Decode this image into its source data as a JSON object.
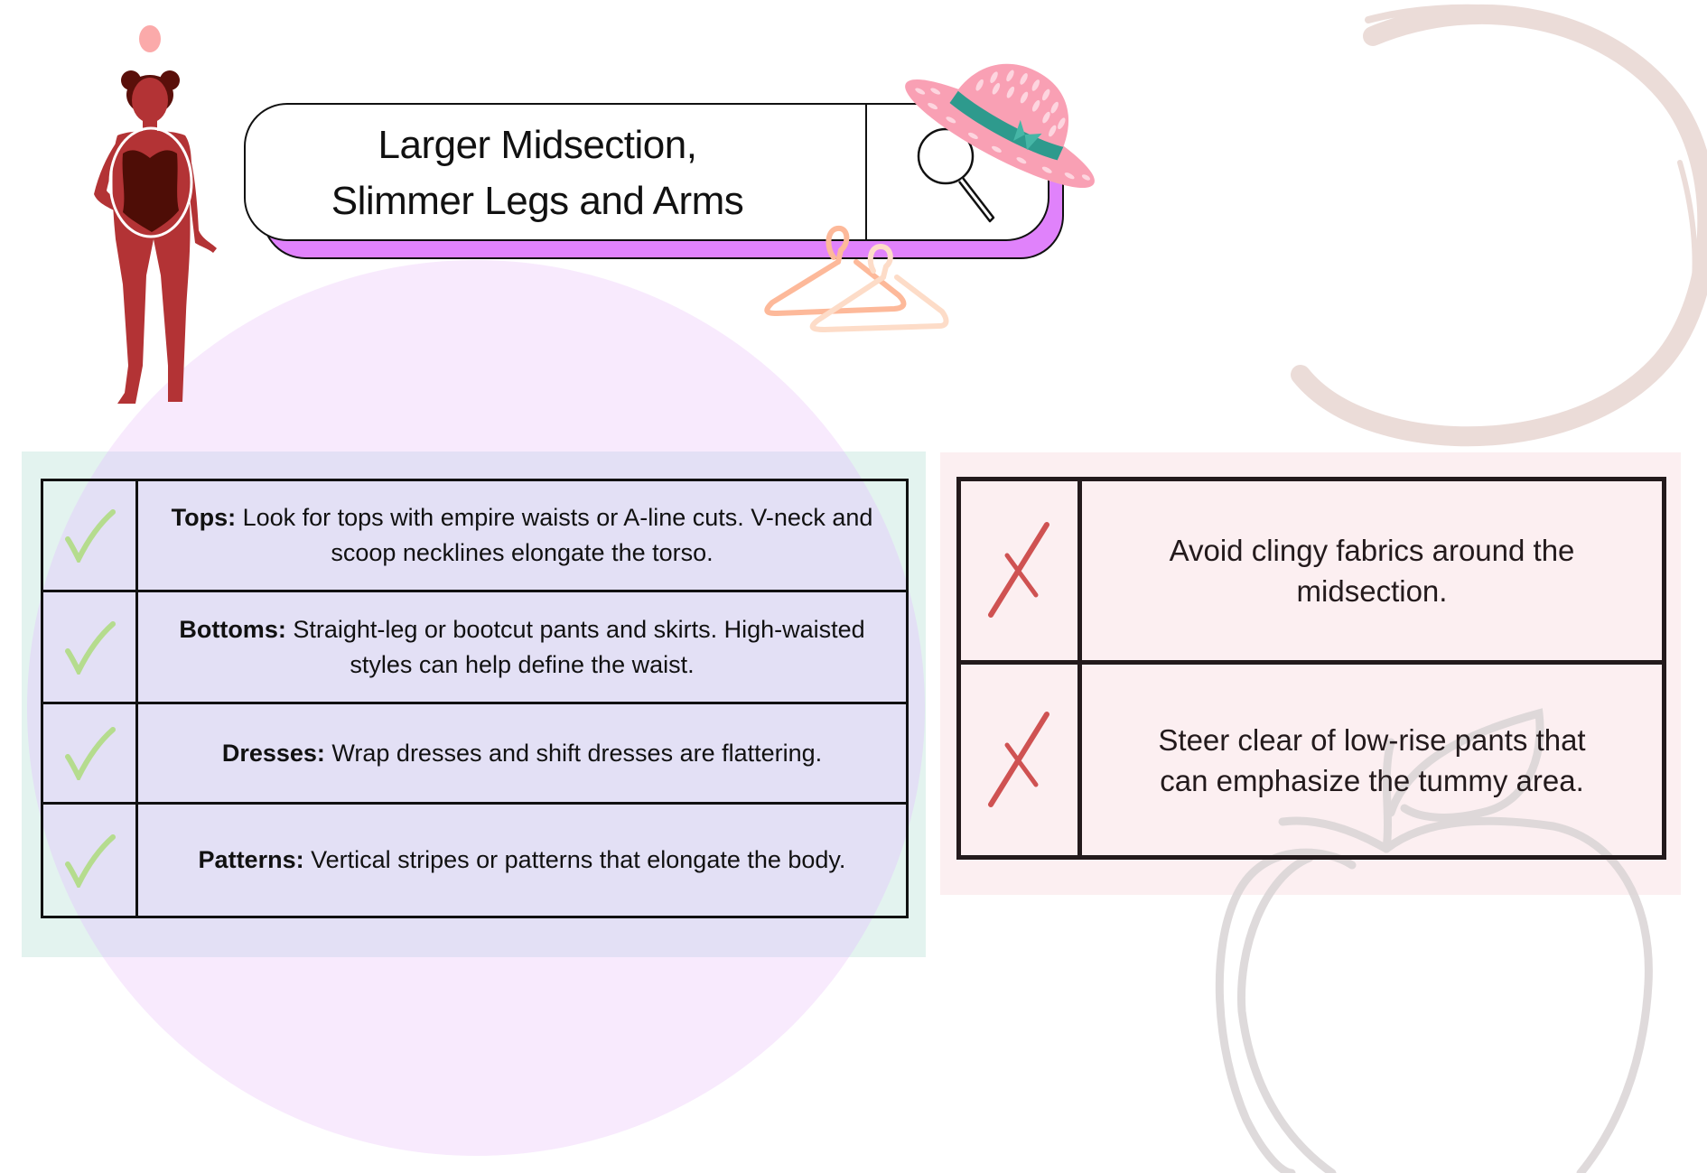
{
  "header": {
    "title_lines": [
      "Larger Midsection,",
      "Slimmer Legs and Arms"
    ],
    "search_icon": "magnifying-glass-icon"
  },
  "decorations": {
    "figure": "body-shape-figure-icon",
    "hat": "sun-hat-icon",
    "hangers": "clothes-hangers-icon",
    "apple": "apple-outline-icon",
    "brush_circle": "brush-circle-icon",
    "dot": "pink-dot-icon"
  },
  "do_list": {
    "icon": "checkmark-icon",
    "items": [
      {
        "label": "Tops:",
        "text": " Look for tops with empire waists or A-line cuts. V-neck and scoop necklines elongate the torso."
      },
      {
        "label": "Bottoms:",
        "text": " Straight-leg or bootcut pants and skirts. High-waisted styles can help define the waist."
      },
      {
        "label": "Dresses:",
        "text": " Wrap dresses and shift dresses are flattering."
      },
      {
        "label": "Patterns:",
        "text": " Vertical stripes or patterns that elongate the body."
      }
    ]
  },
  "dont_list": {
    "icon": "cross-mark-icon",
    "items": [
      {
        "text": "Avoid clingy fabrics around the midsection."
      },
      {
        "text": "Steer clear of low-rise pants that can emphasize the tummy area."
      }
    ]
  },
  "colors": {
    "accent_purple": "#E082FB",
    "lavender_blob": "#F8EAFD",
    "do_panel": "#E3F3EF",
    "do_cells": "#E3E0F5",
    "dont_panel": "#FCEFF1",
    "check_green": "#B5DC8E",
    "cross_red": "#CF5252",
    "figure_red": "#B33335",
    "figure_dark": "#4E0D06"
  }
}
